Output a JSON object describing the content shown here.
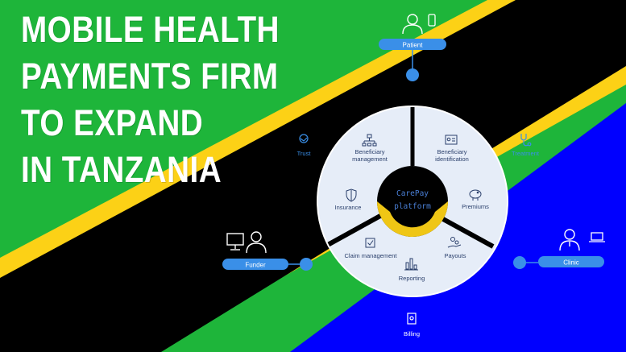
{
  "headline": {
    "lines": [
      "MOBILE HEALTH",
      "PAYMENTS FIRM",
      "TO EXPAND",
      "IN TANZANIA"
    ]
  },
  "diagram": {
    "center": {
      "line1": "CarePay",
      "line2": "platform"
    },
    "segments": [
      {
        "label_1": "Beneficiary",
        "label_2": "management",
        "icon": "org-chart-icon"
      },
      {
        "label_1": "Beneficiary",
        "label_2": "identification",
        "icon": "id-card-icon"
      },
      {
        "label": "Premiums",
        "icon": "piggy-bank-icon"
      },
      {
        "label": "Payouts",
        "icon": "hand-coins-icon"
      },
      {
        "label": "Reporting",
        "icon": "bar-chart-icon"
      },
      {
        "label": "Claim management",
        "icon": "checkbox-icon"
      },
      {
        "label": "Insurance",
        "icon": "shield-icon"
      }
    ],
    "actors": {
      "patient": "Patient",
      "funder": "Funder",
      "clinic": "Clinic"
    },
    "flows": {
      "trust": "Trust",
      "treatment": "Treatment",
      "billing": "Billing"
    }
  },
  "colors": {
    "flag_green": "#1eb53a",
    "flag_yellow": "#fcd116",
    "flag_black": "#000000",
    "flag_blue": "#0000ff",
    "accent": "#3a8fe8",
    "wheel": "#e6edf8",
    "ink": "#2a3f6b"
  }
}
